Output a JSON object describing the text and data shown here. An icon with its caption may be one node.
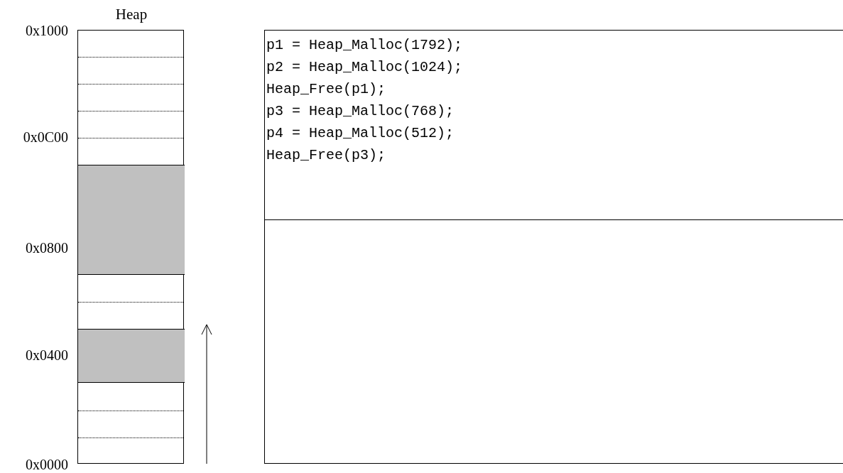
{
  "diagram": {
    "nodes": [
      {
        "text": [
          "Heap"
        ]
      },
      {
        "text": [],
        "shape": "box",
        "in": 0
      },
      {
        "text": [],
        "shape": "box",
        "in": 0
      },
      {
        "text": [
          "p1 = Heap_Malloc(1792);",
          "p2 = Heap_Malloc(1024);",
          "Heap_Free(p1);",
          "p3 = Heap_Malloc(768);",
          "p4 = Heap_Malloc(512);",
          "Heap_Free(p3);"
        ]
      },
      {
        "text": [],
        "shape": "box"
      }
    ],
    "labels": [
      "0x1000",
      "0x0C00",
      "0x0800",
      "0x0400",
      "0x0000"
    ]
  }
}
